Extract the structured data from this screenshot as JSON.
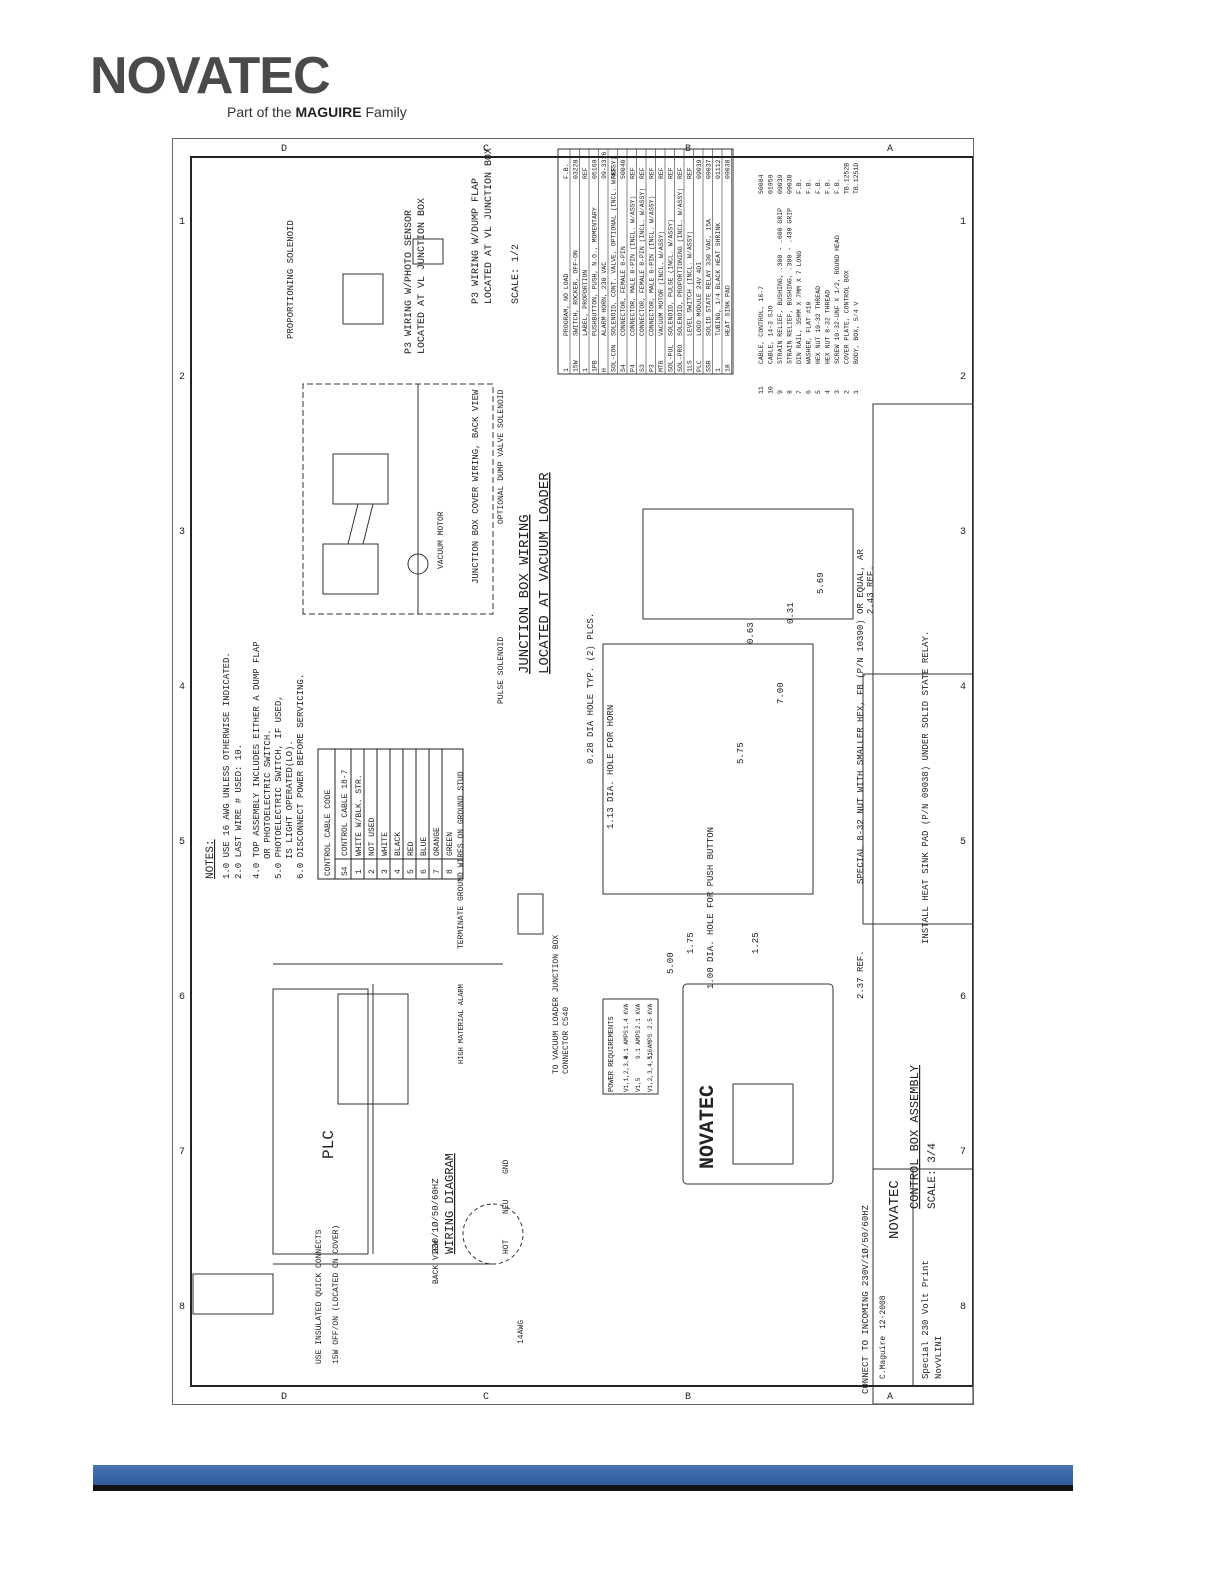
{
  "logo": {
    "brand": "NOVATEC",
    "tagline_prefix": "Part of the",
    "tagline_bold": "MAGUIRE",
    "tagline_suffix": "Family"
  },
  "drawing": {
    "zone_letters": [
      "D",
      "C",
      "B",
      "A"
    ],
    "zone_numbers": [
      "1",
      "2",
      "3",
      "4",
      "5",
      "6",
      "7",
      "8"
    ],
    "notes_title": "NOTES:",
    "notes": [
      "1.0  USE 16 AWG UNLESS OTHERWISE INDICATED.",
      "2.0  LAST WIRE # USED: 10.",
      "4.0  TOP ASSEMBLY INCLUDES EITHER A DUMP FLAP",
      "OR PHOTOELECTRIC SWITCH.",
      "5.0  PHOTOELECTRIC SWITCH, IF USED,",
      "IS LIGHT OPERATED(LO).",
      "6.0  DISCONNECT POWER BEFORE SERVICING."
    ],
    "cable_table": {
      "title": "CONTROL CABLE CODE",
      "header": [
        "S4",
        "CONTROL CABLE 18-7"
      ],
      "rows": [
        [
          "1",
          "WHITE W/BLK. STR."
        ],
        [
          "2",
          "NOT USED"
        ],
        [
          "3",
          "WHITE"
        ],
        [
          "4",
          "BLACK"
        ],
        [
          "5",
          "RED"
        ],
        [
          "6",
          "BLUE"
        ],
        [
          "7",
          "ORANGE"
        ],
        [
          "8",
          "GREEN"
        ]
      ]
    },
    "wiring_labels": {
      "wiring_diagram": "WIRING DIAGRAM",
      "power_spec": "230/1Ø/50/60HZ",
      "plc": "PLC",
      "back_view": "BACK VIEW",
      "to_vacuum": "TO VACUUM LOADER JUNCTION BOX",
      "connector": "CONNECTOR C540",
      "terminate_ground": "TERMINATE GROUND WIRES ON GROUND STUD",
      "high_material": "HIGH MATERIAL ALARM",
      "use_insulated": "USE INSULATED QUICK CONNECTS",
      "switch_located": "15W OFF/ON (LOCATED ON COVER)",
      "wire_gauge": "14AWG",
      "hot": "HOT",
      "neu": "NEU",
      "gnd": "GND"
    },
    "power_requirements": {
      "title": "POWER REQUIREMENTS",
      "rows": [
        [
          "V1,1,2,3,4",
          "8.1 AMPS",
          "1.4 KVA"
        ],
        [
          "V1,5",
          "9.1 AMPS",
          "2.1 KVA"
        ],
        [
          "V1,2,3,4,5,6",
          "11 AMPS",
          "2.5 KVA"
        ]
      ]
    },
    "junction_box": {
      "title": "JUNCTION BOX WIRING",
      "subtitle": "LOCATED AT VACUUM LOADER",
      "cover_wiring": "JUNCTION BOX COVER WIRING, BACK VIEW",
      "proportioning": "PROPORTIONING SOLENOID",
      "vacuum_motor": "VACUUM MOTOR",
      "pulse_solenoid": "PULSE SOLENOID",
      "dump_valve": "OPTIONAL DUMP VALVE SOLENOID"
    },
    "p3_wiring": {
      "title1": "P3 WIRING W/PHOTO SENSOR",
      "sub1": "LOCATED AT VL JUNCTION BOX",
      "title2": "P3 WIRING W/DUMP FLAP",
      "sub2": "LOCATED AT VL JUNCTION BOX",
      "scale": "SCALE: 1/2"
    },
    "control_box": {
      "title": "CONTROL BOX ASSEMBLY",
      "scale": "SCALE: 3/4",
      "brand": "NOVATEC",
      "connect": "CONNECT TO INCOMING 230V/1Ø/50/60HZ",
      "install": "INSTALL HEAT SINK PAD (P/N 09038) UNDER SOLID STATE RELAY.",
      "special": "SPECIAL 8-32 NUT WITH SMALLER HEX, FB (P/N 10390) OR EQUAL, AR",
      "hole_horn": "1.13 DIA. HOLE FOR HORN",
      "hole_button": "1.00 DIA. HOLE FOR PUSH BUTTON",
      "dia_holes": "0.28 DIA HOLE TYP. (2) PLCS.",
      "dims": [
        "7.00",
        "5.75",
        "5.00",
        "1.75",
        "1.25",
        "2.37 REF.",
        "2.43 REF.",
        "5.69",
        "0.31",
        "0.63"
      ]
    },
    "parts_list_1": [
      [
        "1",
        "PROGRAM, NO LOAD",
        "F.B."
      ],
      [
        "15W",
        "SWITCH, ROCKER, OFF-ON",
        "03228"
      ],
      [
        "1",
        "LABEL, PROPORTION",
        "REF"
      ],
      [
        "1PB",
        "PUSHBUTTON, PUSH, N.O., MOMENTARY",
        "05169"
      ],
      [
        "H",
        "ALARM HORN, 230 VAC",
        "99-3316"
      ],
      [
        "SOL-CON",
        "SOLENOID, CONT. VALVE, OPTIONAL (INCL. W/ASSY)",
        "REF"
      ],
      [
        "S4",
        "CONNECTOR, FEMALE 8-PIN",
        "50040"
      ],
      [
        "P4",
        "CONNECTOR, MALE 8-PIN (INCL. W/ASSY)",
        "REF"
      ],
      [
        "S3",
        "CONNECTOR, FEMALE 8-PIN (INCL. W/ASSY)",
        "REF"
      ],
      [
        "P3",
        "CONNECTOR, MALE 8-PIN (INCL. W/ASSY)",
        "REF"
      ],
      [
        "MTR",
        "VACUUM MOTOR (INCL. W/ASSY)",
        "REF"
      ],
      [
        "SOL-PUL",
        "SOLENOID, PULSE (INCL. W/ASSY)",
        "REF"
      ],
      [
        "SOL-PRO",
        "SOLENOID, PROPORTIONING (INCL. W/ASSY)",
        "REF"
      ],
      [
        "1LS",
        "LEVEL SWITCH (INCL. W/ASSY)",
        "REF"
      ],
      [
        "PLC",
        "LOGO MODULE 24V 4DI",
        "09039"
      ],
      [
        "SSR",
        "SOLID STATE RELAY 330 VAC, 15A",
        "09037"
      ],
      [
        "1",
        "TUBING, 1/4 BLACK HEAT SHRINK",
        "01112"
      ],
      [
        "18",
        "HEAT SINK PAD",
        "09038"
      ]
    ],
    "parts_list_2": [
      [
        "11",
        "CABLE, CONTROL, 18-7",
        "50084"
      ],
      [
        "10",
        "CABLE, 14-3 SJO",
        "01959"
      ],
      [
        "9",
        "STRAIN RELIEF, BUSHING, .300 - .600 GRIP",
        "09039"
      ],
      [
        "8",
        "STRAIN RELIEF, BUSHING, .300 - .430 GRIP",
        "09038"
      ],
      [
        "7",
        "DIN RAIL, 35MM X 7MM X 7 LONG",
        "F.B."
      ],
      [
        "6",
        "WASHER, FLAT #10",
        "F.B."
      ],
      [
        "5",
        "HEX NUT 10-32 THREAD",
        "F.B."
      ],
      [
        "4",
        "HEX NUT 8-32 THREAD",
        "F.B."
      ],
      [
        "3",
        "SCREW 10-32-UNF X 1/2, ROUND HEAD",
        "F.B."
      ],
      [
        "2",
        "COVER PLATE, CONTROL BOX",
        "TB.1252B"
      ],
      [
        "1",
        "BODY, BOX, 5/4 V",
        "TB.1251D"
      ]
    ],
    "title_block": {
      "drawn": "C.Maguire",
      "date": "12-2008",
      "title": "Special 230 Volt Print",
      "subtitle": "NovVLINI",
      "company": "NOVATEC"
    }
  }
}
